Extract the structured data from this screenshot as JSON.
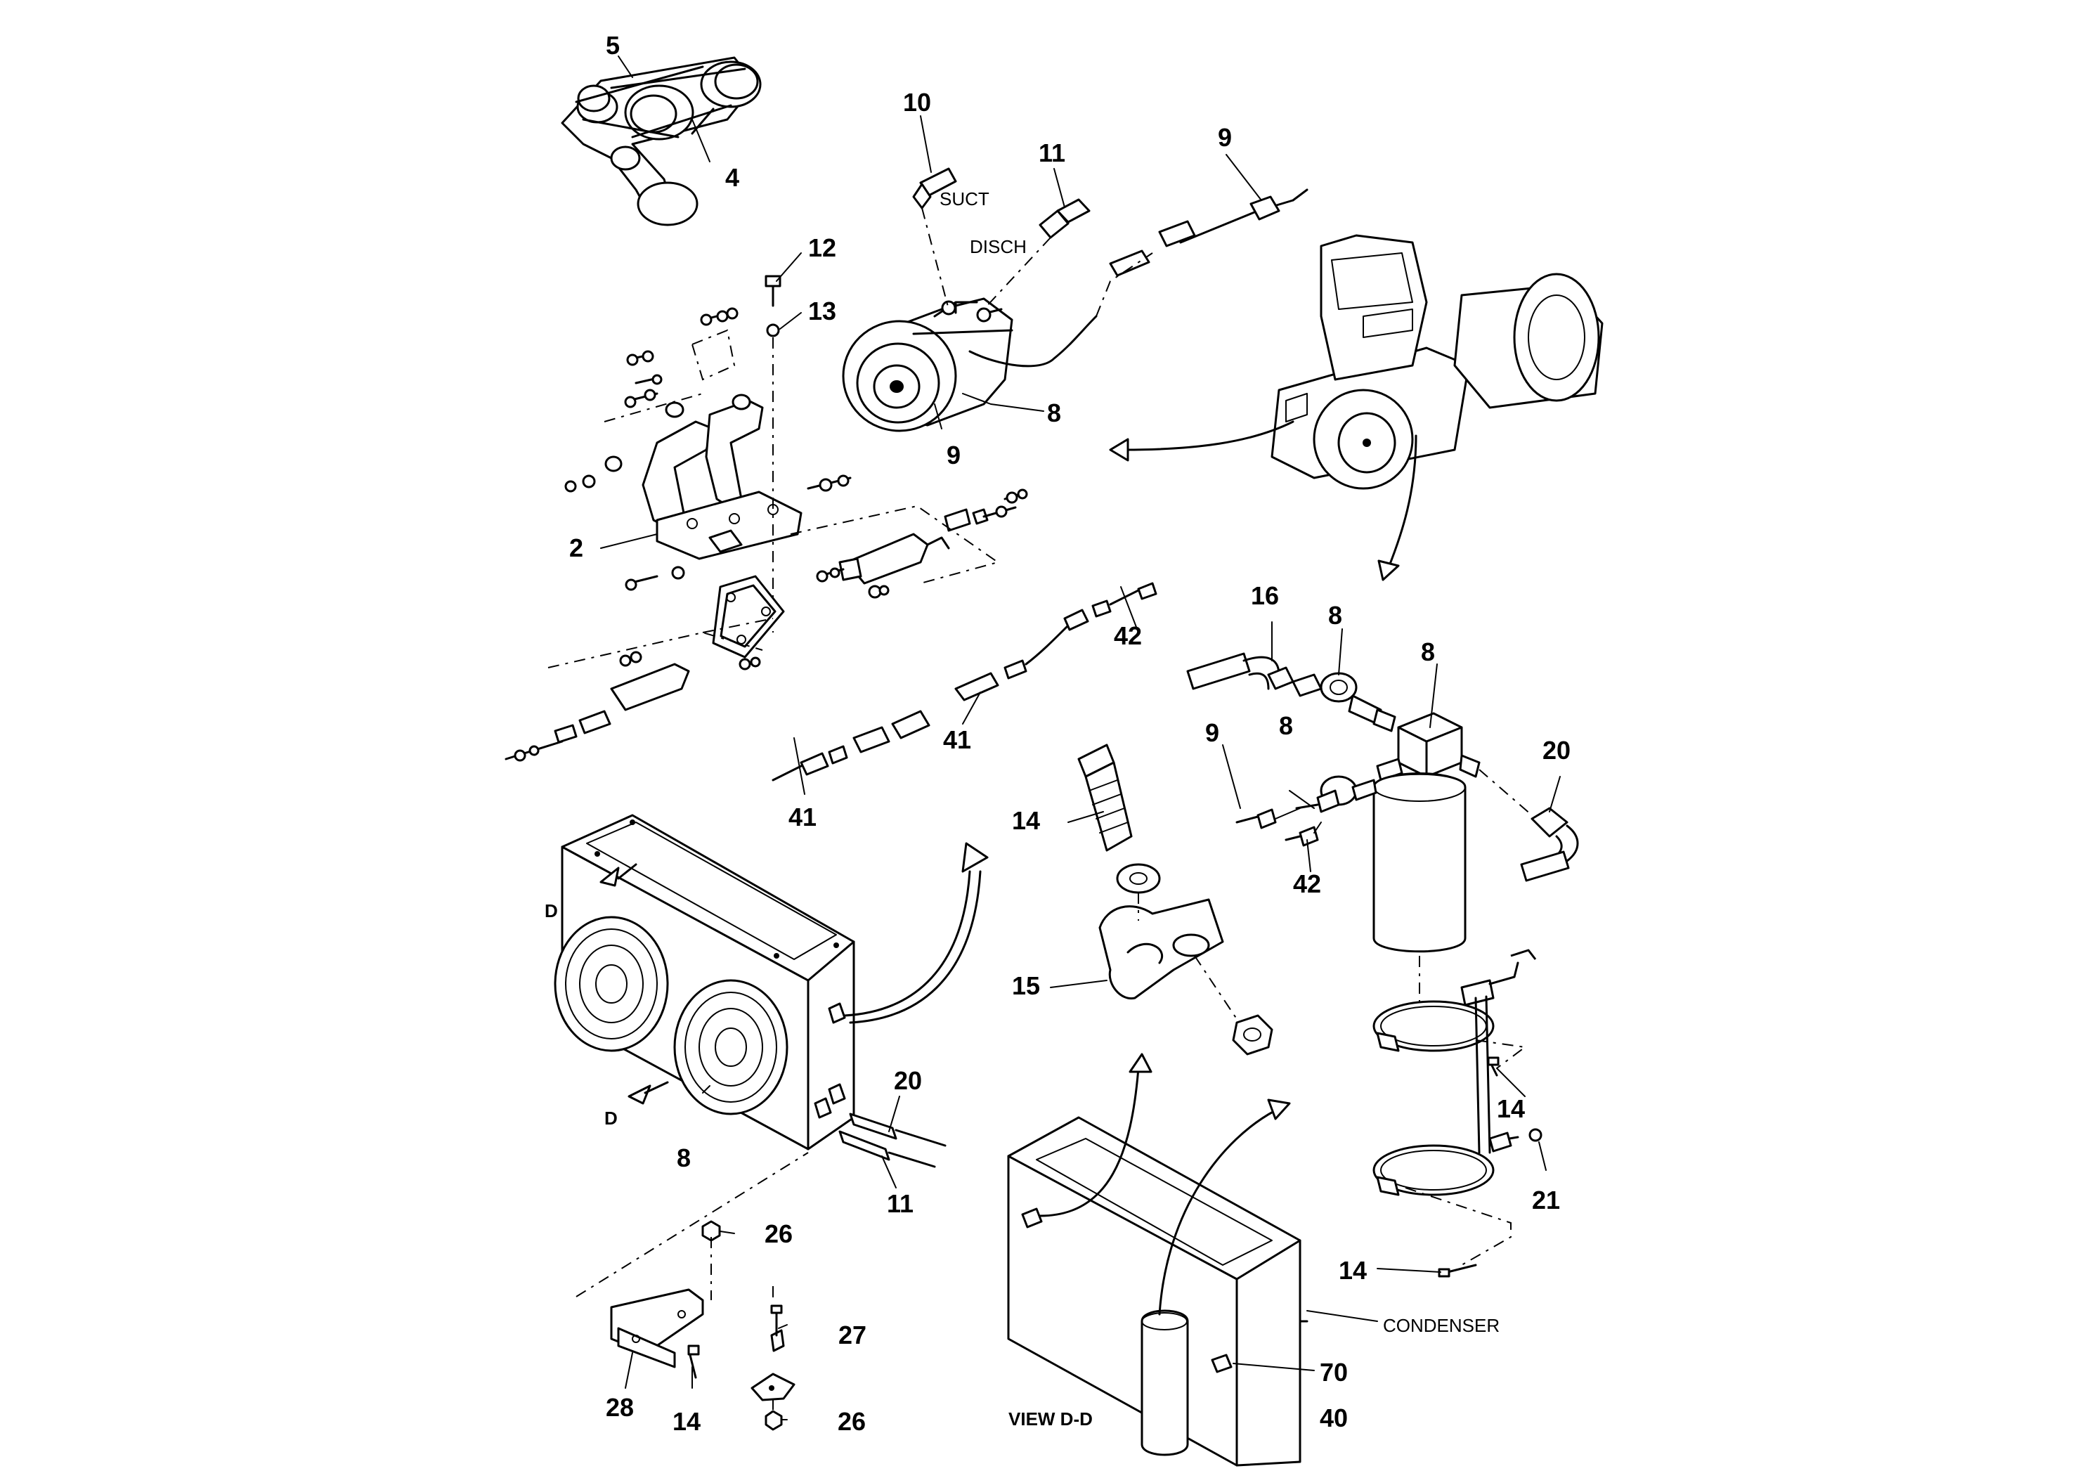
{
  "callouts": {
    "belt_drive": {
      "c5": "5",
      "c4": "4"
    },
    "compressor": {
      "c10": "10",
      "c11": "11",
      "c9_top": "9",
      "c8": "8",
      "c9": "9",
      "suct": "SUCT",
      "disch": "DISCH"
    },
    "mount": {
      "c12": "12",
      "c13": "13",
      "c2": "2"
    },
    "hoses": {
      "c42": "42",
      "c41_a": "41",
      "c41_b": "41"
    },
    "drier": {
      "c16": "16",
      "c8_a": "8",
      "c8_b": "8",
      "c8_c": "8",
      "c9": "9",
      "c42": "42",
      "c20": "20",
      "c14_a": "14",
      "c21": "21",
      "c14_b": "14"
    },
    "clamp": {
      "c14": "14",
      "c15": "15"
    },
    "condenser": {
      "d_top": "D",
      "d_bottom": "D",
      "c8": "8",
      "c20": "20",
      "c11": "11",
      "c26_a": "26",
      "c27": "27",
      "c28": "28",
      "c14": "14",
      "c26_b": "26"
    },
    "view": {
      "view_label": "VIEW D-D",
      "condenser_label": "CONDENSER",
      "c70": "70",
      "c40": "40"
    }
  }
}
